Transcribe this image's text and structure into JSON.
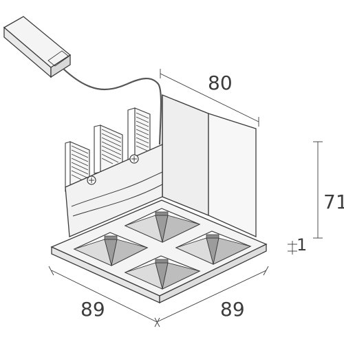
{
  "dimensions": {
    "depth": "80",
    "height": "71",
    "trim": "1",
    "width_left": "89",
    "width_right": "89"
  },
  "colors": {
    "line": "#3a3a3a",
    "face_light": "#f4f4f4",
    "face_mid": "#e9e9e9",
    "face_dark": "#d6d6d6",
    "reflector_dark": "#9c9c9c",
    "cable": "#555555"
  }
}
